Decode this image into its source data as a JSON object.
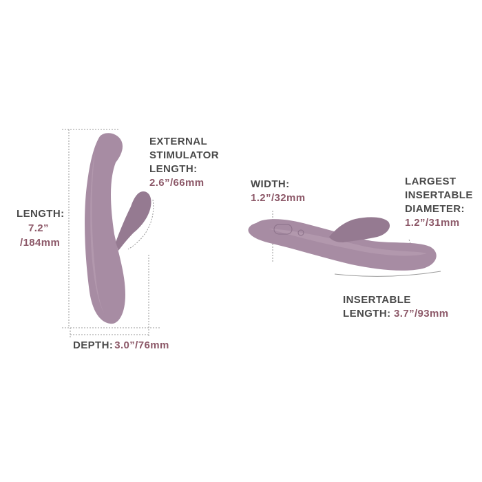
{
  "colors": {
    "label_dark": "#4a4a4a",
    "label_accent": "#8c5868",
    "product_body": "#a78ca3",
    "product_shade": "#957a91",
    "guide_lines": "#9a9a9a"
  },
  "vertical_view": {
    "external_stimulator": {
      "line1": "EXTERNAL",
      "line2": "STIMULATOR",
      "line3": "LENGTH:",
      "value": "2.6”/66mm"
    },
    "length": {
      "title": "LENGTH:",
      "value_inch": "7.2”",
      "value_mm": "/184mm"
    },
    "depth": {
      "title": "DEPTH:",
      "value": "3.0”/76mm"
    }
  },
  "horizontal_view": {
    "width": {
      "title": "WIDTH:",
      "value": "1.2”/32mm"
    },
    "largest_diameter": {
      "line1": "LARGEST",
      "line2": "INSERTABLE",
      "line3": "DIAMETER:",
      "value": "1.2”/31mm"
    },
    "insertable_length": {
      "line1": "INSERTABLE",
      "line2_prefix": "LENGTH: ",
      "value": "3.7”/93mm"
    }
  }
}
